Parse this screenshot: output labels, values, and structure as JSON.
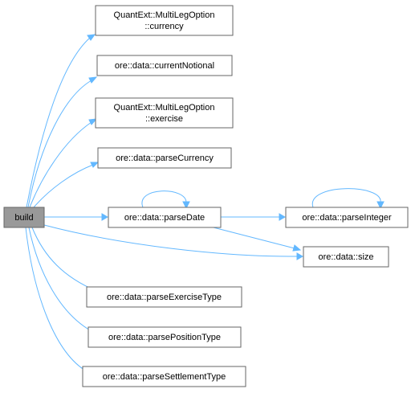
{
  "nodes": {
    "build": [
      "build"
    ],
    "multileg_currency": [
      "QuantExt::MultiLegOption",
      "::currency"
    ],
    "current_notional": [
      "ore::data::currentNotional"
    ],
    "multileg_exercise": [
      "QuantExt::MultiLegOption",
      "::exercise"
    ],
    "parse_currency": [
      "ore::data::parseCurrency"
    ],
    "parse_date": [
      "ore::data::parseDate"
    ],
    "parse_integer": [
      "ore::data::parseInteger"
    ],
    "size": [
      "ore::data::size"
    ],
    "parse_exercise_type": [
      "ore::data::parseExerciseType"
    ],
    "parse_position_type": [
      "ore::data::parsePositionType"
    ],
    "parse_settlement_type": [
      "ore::data::parseSettlementType"
    ]
  },
  "edges": [
    [
      "build",
      "multileg_currency"
    ],
    [
      "build",
      "current_notional"
    ],
    [
      "build",
      "multileg_exercise"
    ],
    [
      "build",
      "parse_currency"
    ],
    [
      "build",
      "parse_date"
    ],
    [
      "build",
      "size"
    ],
    [
      "build",
      "parse_exercise_type"
    ],
    [
      "build",
      "parse_position_type"
    ],
    [
      "build",
      "parse_settlement_type"
    ],
    [
      "parse_date",
      "parse_date"
    ],
    [
      "parse_date",
      "parse_integer"
    ],
    [
      "parse_date",
      "size"
    ],
    [
      "parse_integer",
      "parse_integer"
    ]
  ],
  "colors": {
    "edge": "#63b8ff",
    "node_border": "#666666",
    "root_fill": "#999999",
    "node_fill": "#ffffff"
  }
}
